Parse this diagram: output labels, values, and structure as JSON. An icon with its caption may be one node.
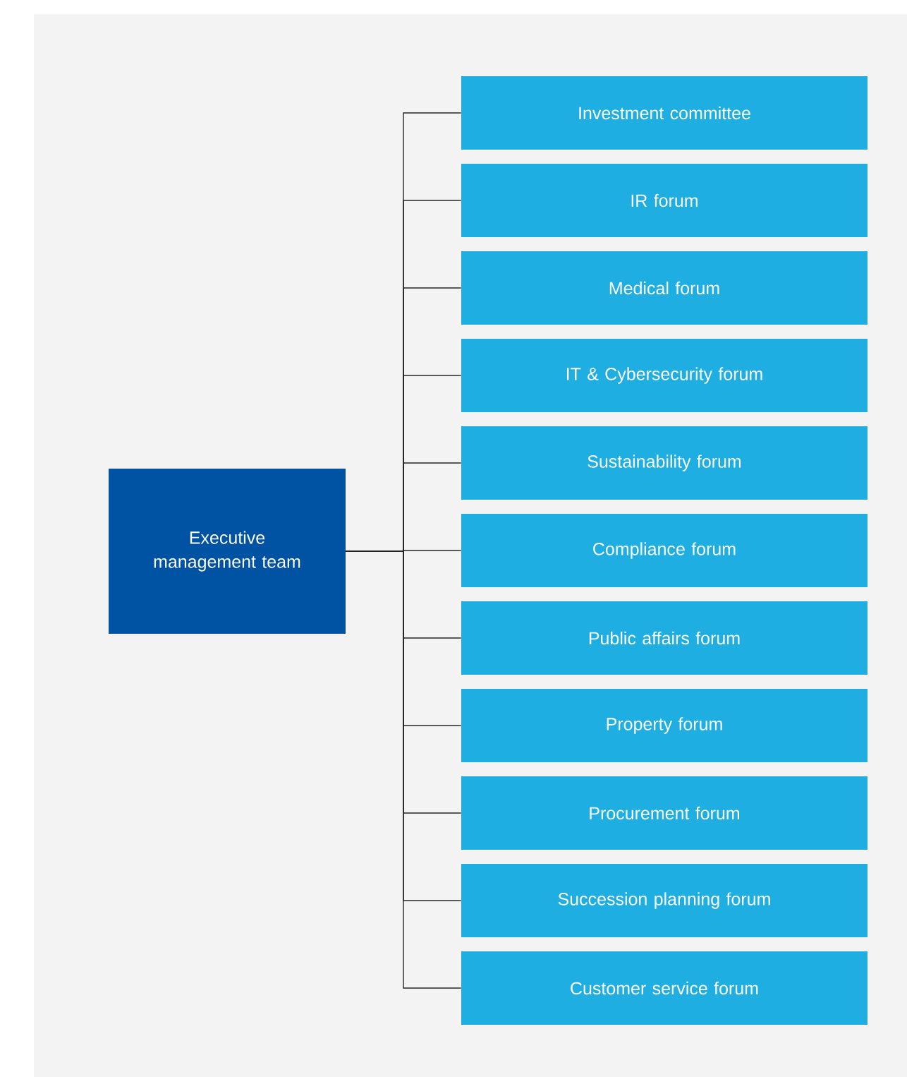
{
  "diagram": {
    "nodes": [
      {
        "text": [
          "Executive management team"
        ]
      },
      {
        "text": [
          "Investment committee"
        ]
      },
      {
        "text": [
          "IR forum"
        ]
      },
      {
        "text": [
          "Medical forum"
        ]
      },
      {
        "text": [
          "IT & Cybersecurity forum"
        ]
      },
      {
        "text": [
          "Sustainability forum"
        ]
      },
      {
        "text": [
          "Compliance forum"
        ]
      },
      {
        "text": [
          "Public affairs forum"
        ]
      },
      {
        "text": [
          "Property forum"
        ]
      },
      {
        "text": [
          "Procurement forum"
        ]
      },
      {
        "text": [
          "Succession planning forum"
        ]
      },
      {
        "text": [
          "Customer service forum"
        ]
      }
    ],
    "edges": [
      {
        "from": 0,
        "to": 1,
        "arrow": "none"
      },
      {
        "from": 0,
        "to": 2,
        "arrow": "none"
      },
      {
        "from": 0,
        "to": 3,
        "arrow": "none"
      },
      {
        "from": 0,
        "to": 4,
        "arrow": "none"
      },
      {
        "from": 0,
        "to": 5,
        "arrow": "none"
      },
      {
        "from": 0,
        "to": 6,
        "arrow": "none"
      },
      {
        "from": 0,
        "to": 7,
        "arrow": "none"
      },
      {
        "from": 0,
        "to": 8,
        "arrow": "none"
      },
      {
        "from": 0,
        "to": 9,
        "arrow": "none"
      },
      {
        "from": 0,
        "to": 10,
        "arrow": "none"
      },
      {
        "from": 0,
        "to": 11,
        "arrow": "none"
      }
    ]
  }
}
